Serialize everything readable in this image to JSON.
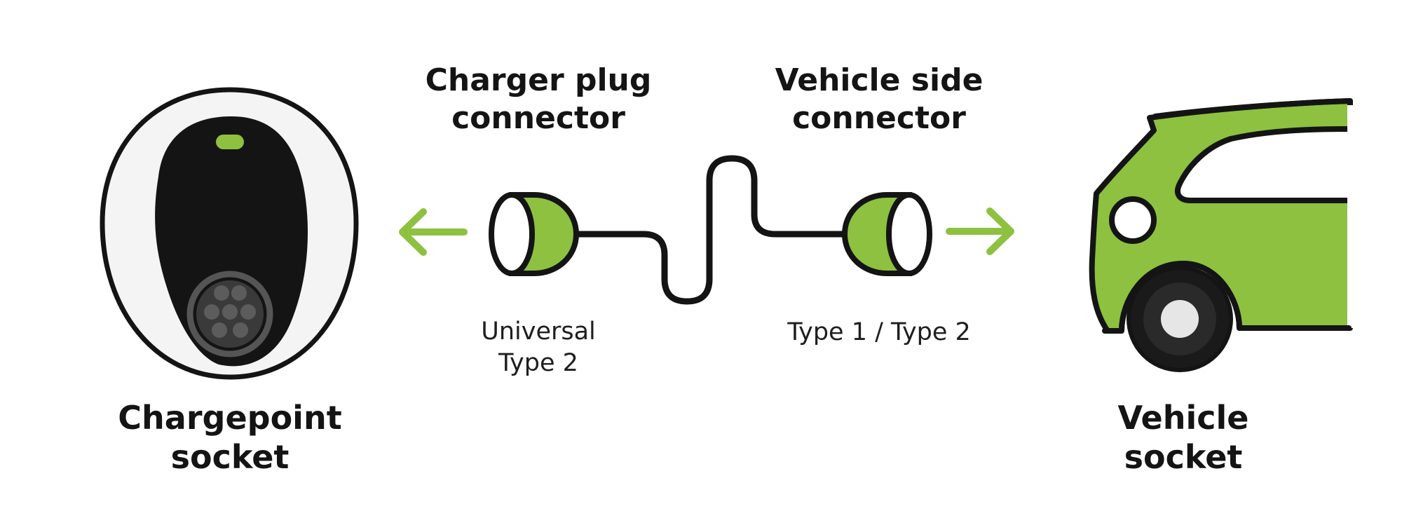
{
  "colors": {
    "accent_green": "#8dc13f",
    "outline": "#141414",
    "socket_face": "#141414",
    "socket_bezel": "#f4f4f4",
    "pin_gray": "#555555"
  },
  "icons": [
    "chargepoint-socket-icon",
    "charger-plug-icon",
    "cable-icon",
    "vehicle-plug-icon",
    "vehicle-icon",
    "arrow-left-icon",
    "arrow-right-icon"
  ],
  "chargepoint": {
    "title_line1": "Chargepoint",
    "title_line2": "socket"
  },
  "charger_plug": {
    "title_line1": "Charger plug",
    "title_line2": "connector",
    "caption_line1": "Universal",
    "caption_line2": "Type 2"
  },
  "vehicle_connector": {
    "title_line1": "Vehicle side",
    "title_line2": "connector",
    "caption": "Type 1 / Type 2"
  },
  "vehicle": {
    "title_line1": "Vehicle",
    "title_line2": "socket"
  }
}
